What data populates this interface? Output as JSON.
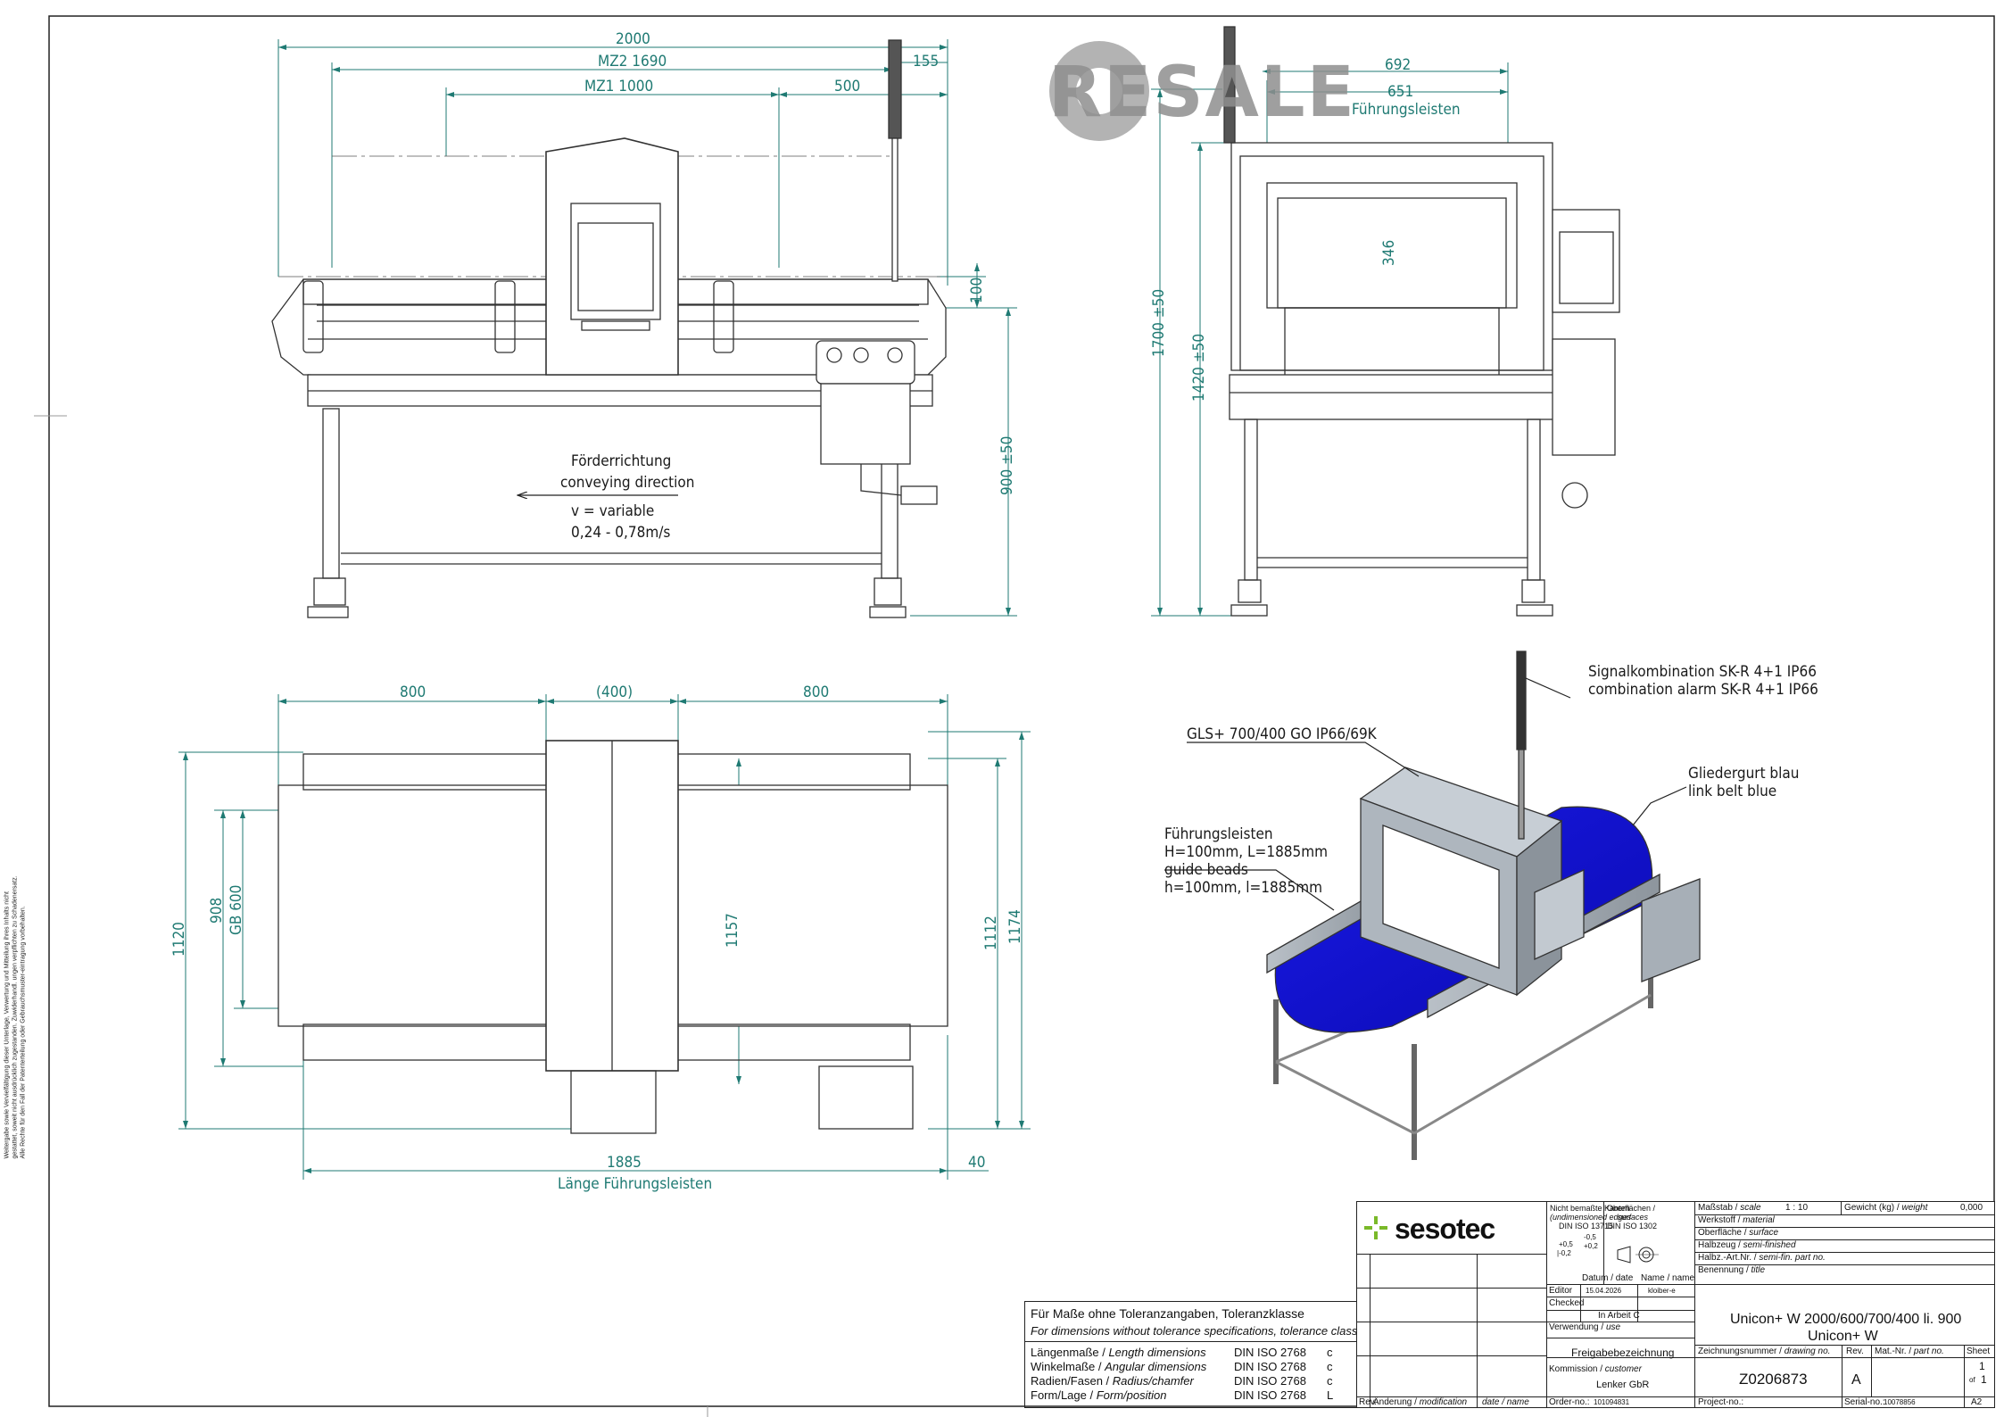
{
  "front_view": {
    "dims": {
      "overall": "2000",
      "mz2": "MZ2  1690",
      "mz1": "MZ1  1000",
      "d500": "500",
      "d155": "155",
      "d100": "100",
      "d900": "900  ±50"
    },
    "direction_de": "Förderrichtung",
    "direction_en": "conveying direction",
    "speed1": "v = variable",
    "speed2": "0,24 - 0,78m/s"
  },
  "side_view": {
    "dims": {
      "d692": "692",
      "d651": "651",
      "fuehrung": "Führungsleisten",
      "d346": "346",
      "d1700": "1700  ±50",
      "d1420": "1420  ±50"
    }
  },
  "top_view": {
    "dims": {
      "d800a": "800",
      "d400": "(400)",
      "d800b": "800",
      "d1120": "1120",
      "d908": "908",
      "gb600": "GB  600",
      "d1157": "1157",
      "d1112": "1112",
      "d1174": "1174",
      "d1885": "1885",
      "d40": "40",
      "laenge": "Länge Führungsleisten"
    }
  },
  "iso_labels": {
    "signal_de": "Signalkombination SK-R 4+1 IP66",
    "signal_en": "combination alarm SK-R 4+1 IP66",
    "gls": "GLS+ 700/400 GO  IP66/69K",
    "gurt_de": "Gliedergurt blau",
    "gurt_en": "link belt blue",
    "guide1": "Führungsleisten",
    "guide2": "H=100mm, L=1885mm",
    "guide3": "guide beads",
    "guide4": "h=100mm, l=1885mm"
  },
  "watermark": "RESALE",
  "side_note": "Weitergabe sowie Vervielfältigung dieser Unterlage, Verwertung und Mitteilung ihres Inhalts nicht gestattet, soweit nicht ausdrücklich zugestanden. Zuwiderhandl. ungen verpflichten zu Schadenersatz. Alle Rechte für den Fall der Patenterteilung oder Gebrauchsmuster-eintragung vorbehalten.",
  "tolerance": {
    "head_de": "Für Maße ohne Toleranzangaben, Toleranzklasse",
    "head_en": "For dimensions without tolerance specifications, tolerance class",
    "rows": [
      {
        "de": "Längenmaße / ",
        "en": "Length dimensions",
        "std": "DIN ISO 2768",
        "cls": "c"
      },
      {
        "de": "Winkelmaße / ",
        "en": "Angular dimensions",
        "std": "DIN ISO 2768",
        "cls": "c"
      },
      {
        "de": "Radien/Fasen / ",
        "en": "Radius/chamfer",
        "std": "DIN ISO 2768",
        "cls": "c"
      },
      {
        "de": "Form/Lage / ",
        "en": "Form/position",
        "std": "DIN ISO 2768",
        "cls": "L"
      }
    ]
  },
  "title_block": {
    "logo": "sesotec",
    "edges1": "Nicht bemaßte Kanten",
    "edges2": "(undimensioned edges",
    "edges3": "DIN ISO 13715",
    "surf1": "Oberflächen /",
    "surf2": "surfaces",
    "surf3": "DIN ISO 1302",
    "tol1": "+0,5",
    "tol2": "|-0,2",
    "tol3": "-0,5",
    "tol4": "+0,2",
    "scale_lbl": "Maßstab / ",
    "scale_en": "scale",
    "scale_val": "1 : 10",
    "weight_lbl": "Gewicht (kg) / ",
    "weight_en": "weight",
    "weight_val": "0,000",
    "material": "Werkstoff / ",
    "material_en": "material",
    "surface": "Oberfläche / ",
    "surface_en": "surface",
    "semi": "Halbzeug / ",
    "semi_en": "semi-finished",
    "semi_part": "Halbz.-Art.Nr. / ",
    "semi_part_en": "semi-fin. part no.",
    "date_lbl": "Datum / date",
    "name_lbl": "Name / name",
    "title_lbl": "Benennung / ",
    "title_en": "title",
    "editor": "Editor",
    "editor_date": "15.04.2026",
    "editor_name": "kloiber-e",
    "checked": "Checked",
    "status": "In Arbeit C",
    "title1": "Unicon+ W 2000/600/700/400 li. 900",
    "title2": "Unicon+ W",
    "use_lbl": "Verwendung / ",
    "use_en": "use",
    "use_val": "Freigabebezeichnung",
    "drawno_lbl": "Zeichnungsnummer / ",
    "drawno_en": "drawing no.",
    "rev_lbl": "Rev.",
    "matnr_lbl": "Mat.-Nr. / ",
    "matnr_en": "part no.",
    "sheet_lbl": "Sheet",
    "comm_lbl": "Kommission / ",
    "comm_en": "customer",
    "comm_val": "Lenker GbR",
    "drawno": "Z0206873",
    "rev": "A",
    "sheet_n": "1",
    "sheet_of": "of",
    "sheet_tot": "1",
    "rev_col": "Rev.",
    "change": "Änderung / ",
    "change_en": "modification",
    "date2": "date / name",
    "order_lbl": "Order-no.:",
    "order_val": "101094831",
    "project_lbl": "Project-no.:",
    "serial_lbl": "Serial-no.:",
    "serial_val": "10078856",
    "format": "A2"
  }
}
